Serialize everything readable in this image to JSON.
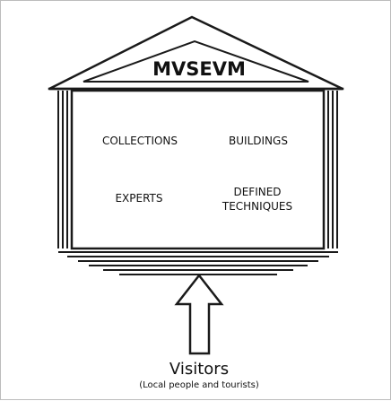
{
  "diagram": {
    "title": "MVSEVM",
    "elements": {
      "collections": "COLLECTIONS",
      "buildings": "BUILDINGS",
      "experts": "EXPERTS",
      "techniques_line1": "DEFINED",
      "techniques_line2": "TECHNIQUES"
    },
    "visitors": {
      "label": "Visitors",
      "sublabel": "(Local people and tourists)"
    }
  }
}
